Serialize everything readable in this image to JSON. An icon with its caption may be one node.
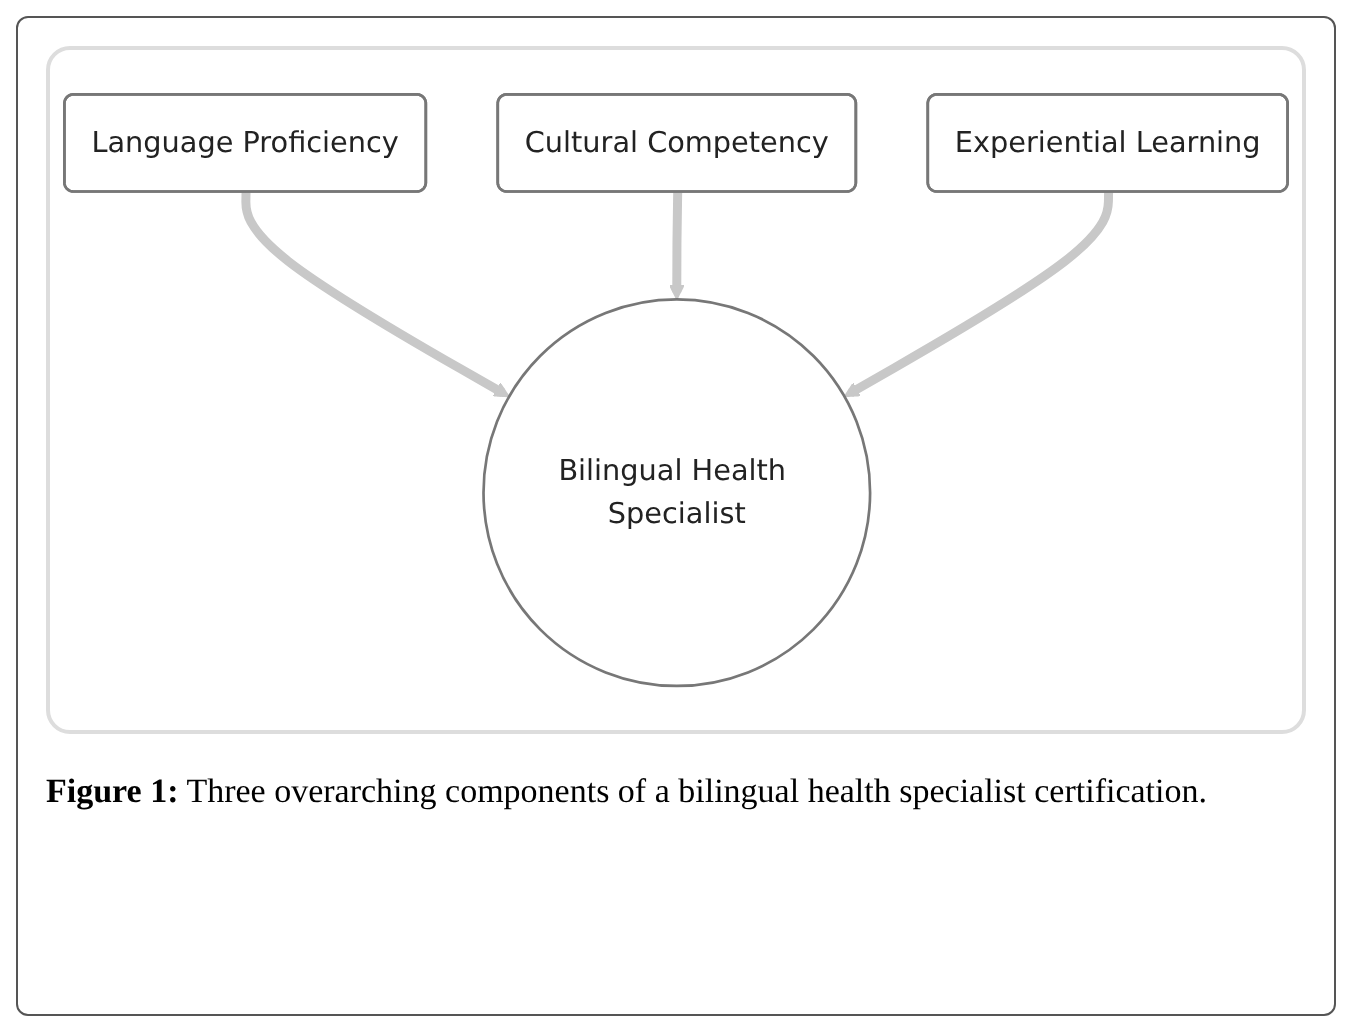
{
  "diagram": {
    "caption": "**Figure 1:** Three overarching components of a bilingual health specialist certification.",
    "nodes": [
      {
        "text": [
          "Language Proficiency"
        ]
      },
      {
        "text": [
          "Cultural Competency"
        ]
      },
      {
        "text": [
          "Experiential Learning"
        ]
      },
      {
        "text": [
          "Bilingual Health Specialist"
        ]
      }
    ],
    "edges": [
      {
        "from": 0,
        "to": 3,
        "arrow": "to"
      },
      {
        "from": 1,
        "to": 3,
        "arrow": "to"
      },
      {
        "from": 2,
        "to": 3,
        "arrow": "to"
      }
    ]
  }
}
